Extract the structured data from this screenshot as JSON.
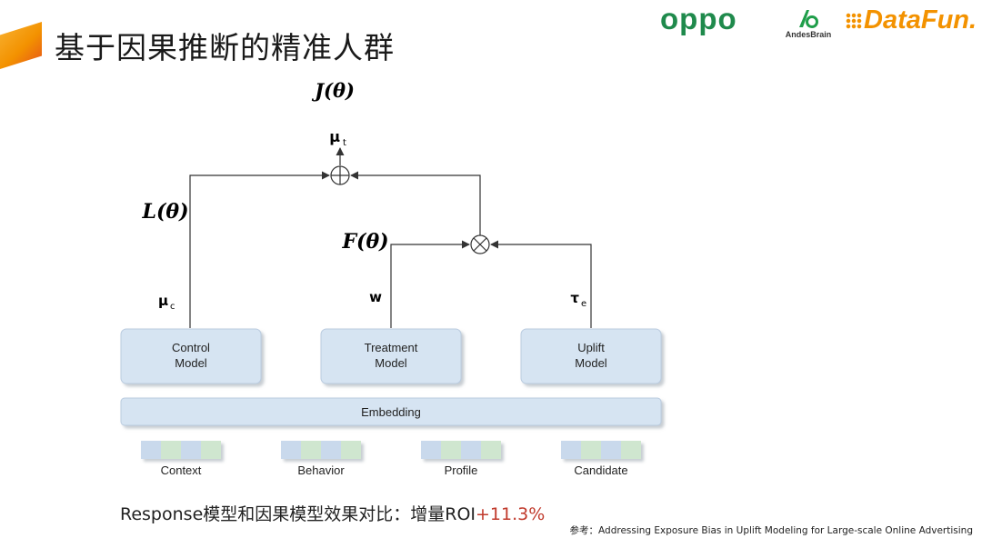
{
  "header": {
    "title": "基于因果推断的精准人群",
    "logos": {
      "oppo": "oppo",
      "andesbrain": "AndesBrain",
      "datafun": "DataFun."
    }
  },
  "diagram": {
    "objective_label": "J(θ)",
    "output_symbol": "μ",
    "output_subscript": "t",
    "left_loss_label": "L(θ)",
    "middle_loss_label": "F(θ)",
    "control_output_symbol": "μ",
    "control_output_subscript": "c",
    "treatment_output_symbol": "w",
    "uplift_output_symbol": "τ",
    "uplift_output_subscript": "e",
    "models": [
      {
        "line1": "Control",
        "line2": "Model"
      },
      {
        "line1": "Treatment",
        "line2": "Model"
      },
      {
        "line1": "Uplift",
        "line2": "Model"
      }
    ],
    "embedding_label": "Embedding",
    "features": [
      "Context",
      "Behavior",
      "Profile",
      "Candidate"
    ]
  },
  "footer": {
    "summary_prefix": "Response模型和因果模型效果对比：增量ROI",
    "summary_gain": "+11.3%",
    "reference": "参考：Addressing Exposure Bias in Uplift Modeling for Large-scale Online Advertising"
  },
  "colors": {
    "box_fill": "#d6e4f2",
    "box_stroke": "#b9cbdf",
    "feature_blue": "#c9d9ec",
    "feature_green": "#cfe6cf",
    "gain_red": "#c0392b",
    "accent_orange": "#f39200",
    "oppo_green": "#1f8a4c"
  }
}
